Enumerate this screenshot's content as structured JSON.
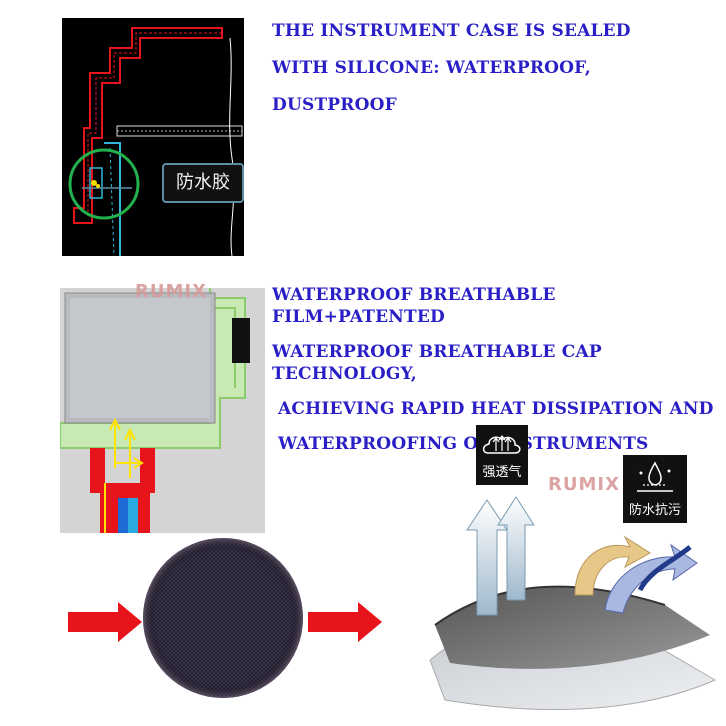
{
  "captions": {
    "silicone_seal": [
      "The instrument case is sealed",
      "with silicone: waterproof,",
      "dustproof"
    ],
    "breathable_film": [
      "Waterproof breathable film+patented",
      "waterproof breathable cap technology,",
      "achieving rapid heat dissipation and",
      "waterproofing of instruments"
    ]
  },
  "labels": {
    "waterproof_glue": "防水胶",
    "breathable": "强透气",
    "waterproof_antifouling": "防水抗污"
  },
  "watermarks": [
    "RUMIX",
    "RUMIX"
  ],
  "colors": {
    "caption_text": "#2a1fc7",
    "arrow_red": "#e8141c",
    "highlight_green": "#22b14c",
    "cad_background": "#000000"
  },
  "icons": [
    "waterproof-seal-diagram",
    "breathable-cap-diagram",
    "membrane-mesh-disc",
    "membrane-layers-diagram",
    "breathable-icon",
    "waterproof-antifouling-icon"
  ]
}
